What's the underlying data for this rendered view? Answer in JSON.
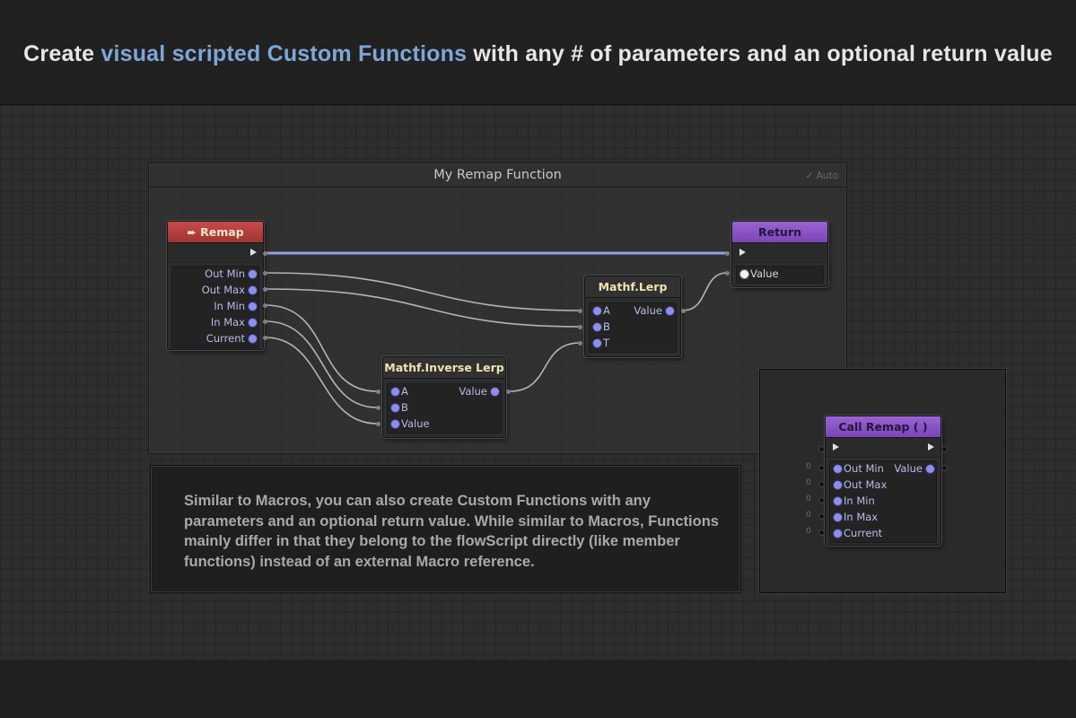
{
  "headline": {
    "prefix": "Create ",
    "highlight": "visual scripted Custom Functions",
    "suffix": " with any # of parameters and an optional return value",
    "highlight_color": "#7fa6d6"
  },
  "group": {
    "title": "My Remap Function",
    "auto_label": "✓ Auto"
  },
  "nodes": {
    "remap": {
      "title": "➨ Remap",
      "outputs": [
        "Out Min",
        "Out Max",
        "In Min",
        "In Max",
        "Current"
      ],
      "header_color": "#b53c3c"
    },
    "return_node": {
      "title": "Return",
      "input": "Value",
      "header_color": "#8a52c6"
    },
    "lerp": {
      "title": "Mathf.Lerp",
      "inputs": [
        "A",
        "B",
        "T"
      ],
      "output": "Value"
    },
    "inverse_lerp": {
      "title": "Mathf.Inverse Lerp",
      "inputs": [
        "A",
        "B",
        "Value"
      ],
      "output": "Value"
    },
    "call_remap": {
      "title": "Call Remap ( )",
      "inputs": [
        "Out Min",
        "Out Max",
        "In Min",
        "In Max",
        "Current"
      ],
      "input_defaults": [
        "0",
        "0",
        "0",
        "0",
        "0"
      ],
      "output": "Value",
      "header_color": "#8a52c6"
    }
  },
  "description": "Similar to Macros, you can also create Custom Functions with any parameters and an optional return value. While similar to Macros, Functions mainly differ in that they belong to the flowScript directly (like member functions) instead of an external Macro reference.",
  "colors": {
    "port": "#8d8ff0",
    "wire": "#b4b4b4",
    "flow_wire": "#9a9ce6"
  }
}
